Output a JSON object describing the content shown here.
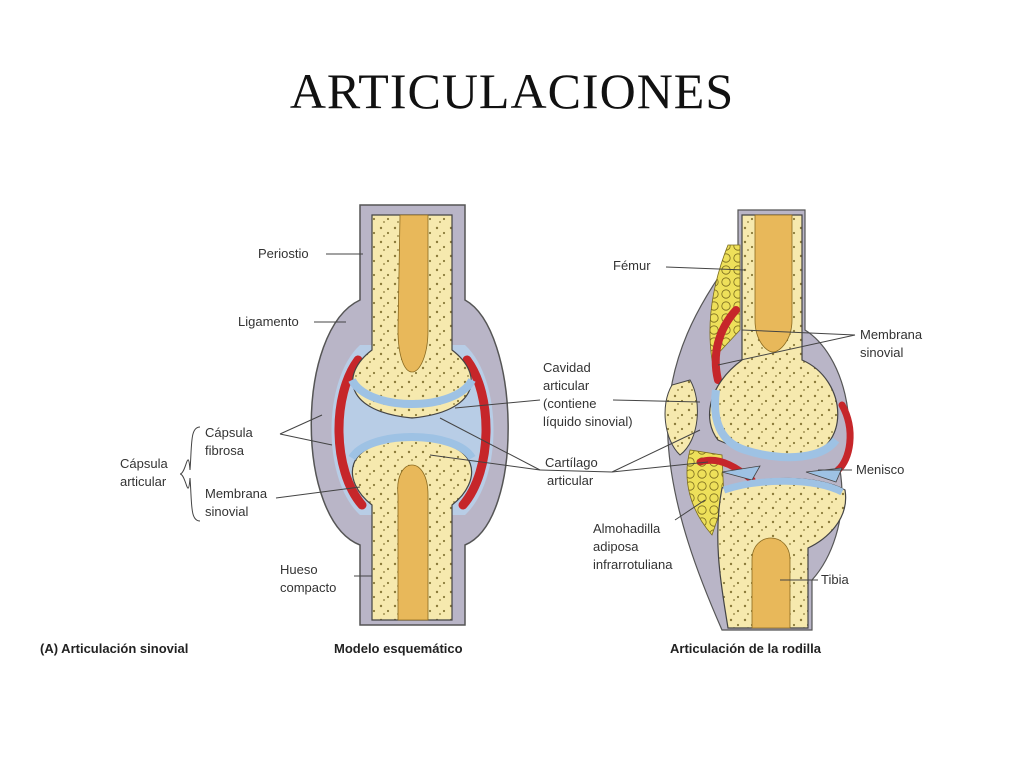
{
  "title": "ARTICULACIONES",
  "labels": {
    "periostio": "Periostio",
    "ligamento": "Ligamento",
    "capsula_fibrosa": [
      "Cápsula",
      "fibrosa"
    ],
    "capsula_articular": [
      "Cápsula",
      "articular"
    ],
    "membrana_sinovial_left": [
      "Membrana",
      "sinovial"
    ],
    "hueso_compacto": [
      "Hueso",
      "compacto"
    ],
    "cavidad_articular": [
      "Cavidad",
      "articular",
      "(contiene",
      "líquido sinovial)"
    ],
    "cartilago_articular": [
      "Cartílago",
      "articular"
    ],
    "femur": "Fémur",
    "membrana_sinovial_right": [
      "Membrana",
      "sinovial"
    ],
    "menisco": "Menisco",
    "almohadilla": [
      "Almohadilla",
      "adiposa",
      "infrarrotuliana"
    ],
    "tibia": "Tibia"
  },
  "captions": {
    "a": "(A) Articulación sinovial",
    "b": "Modelo esquemático",
    "c": "Articulación de la rodilla"
  },
  "colors": {
    "bone": "#f6e9ae",
    "marrow": "#e8b85a",
    "cartilage": "#9ec2e4",
    "synovial": "#c6262a",
    "capsule": "#b9b5c7",
    "cavity": "#b8cde6",
    "fat": "#eee05a",
    "leaders": "#444444"
  }
}
